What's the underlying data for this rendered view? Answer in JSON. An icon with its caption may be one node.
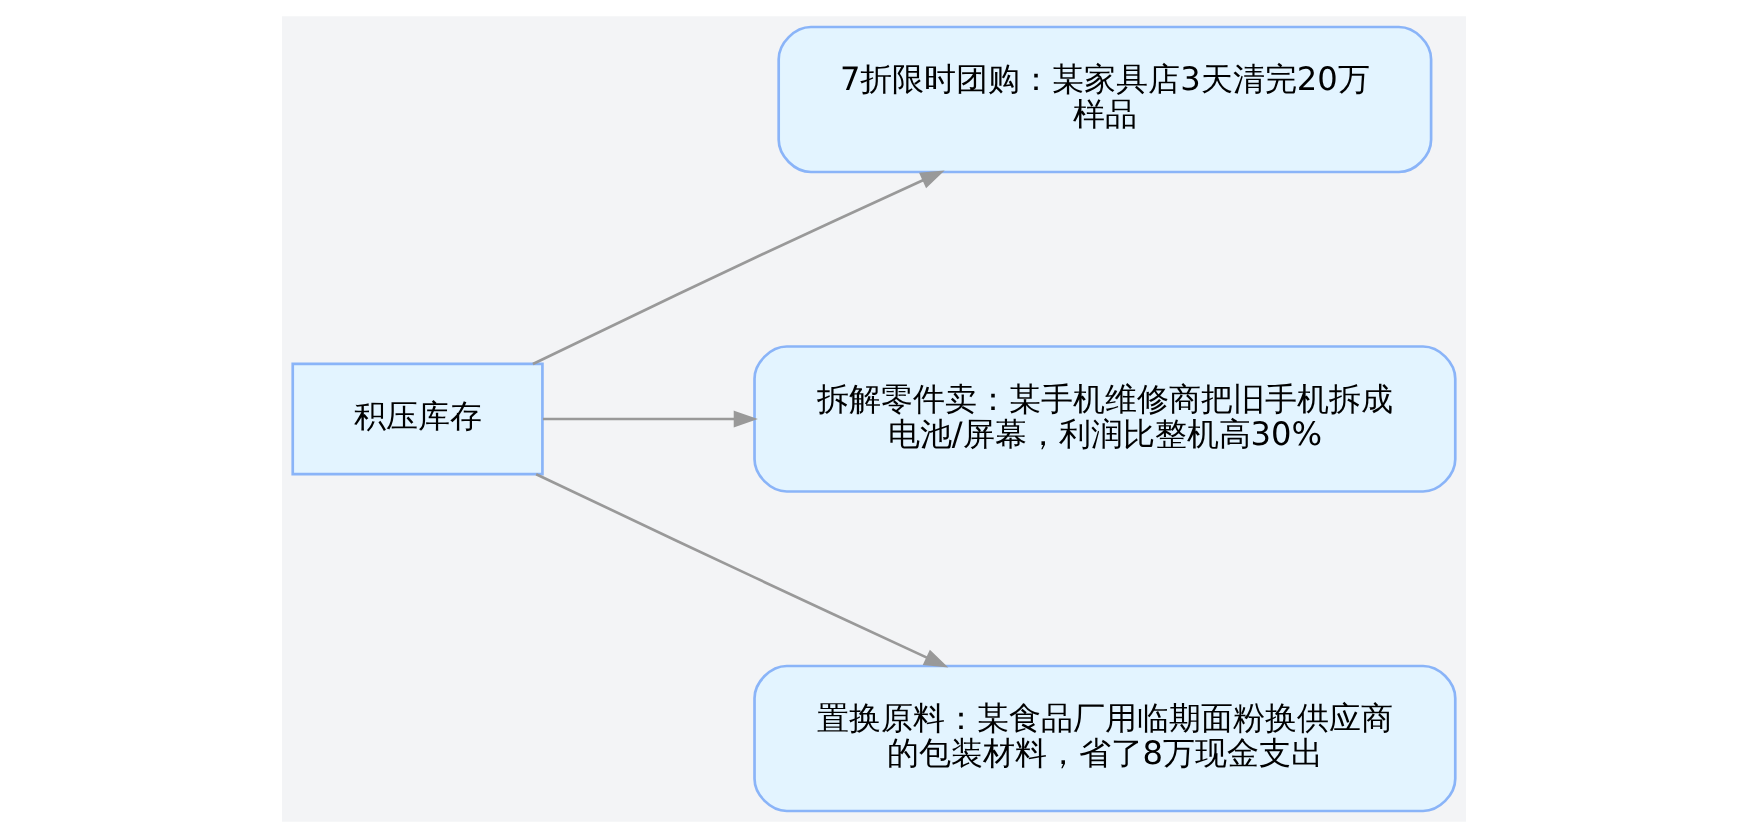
{
  "diagram": {
    "nodes": [
      {
        "text": [
          "积压库存"
        ]
      },
      {
        "text": [
          "7折限时团购：某家具店3天清完20万样品"
        ]
      },
      {
        "text": [
          "拆解零件卖：某手机维修商把旧手机拆成电池/屏幕，利润比整机高30%"
        ]
      },
      {
        "text": [
          "置换原料：某食品厂用临期面粉换供应商的包装材料，省了8万现金支出"
        ]
      }
    ],
    "edges": [
      {
        "from": 0,
        "to": 1,
        "arrow": "to"
      },
      {
        "from": 0,
        "to": 2,
        "arrow": "to"
      },
      {
        "from": 0,
        "to": 3,
        "arrow": "to"
      }
    ]
  }
}
